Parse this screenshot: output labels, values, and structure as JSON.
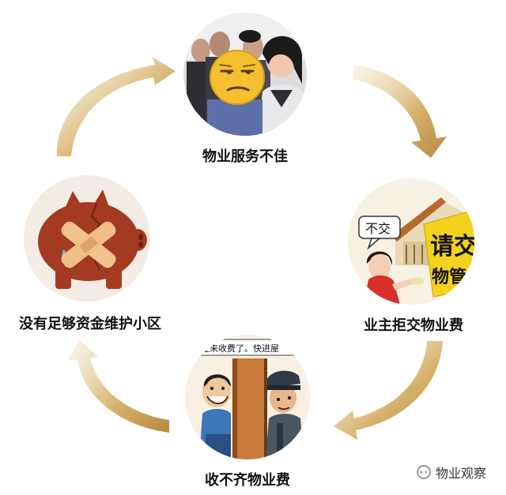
{
  "cycle": {
    "nodes": [
      {
        "label": "物业服务不佳",
        "icon": "crowd-with-unhappy-face-icon"
      },
      {
        "label": "业主拒交物业费",
        "icon": "owner-refusing-fee-icon"
      },
      {
        "label": "收不齐物业费",
        "icon": "door-collection-cartoon-icon"
      },
      {
        "label": "没有足够资金维护小区",
        "icon": "broken-piggy-bank-icon"
      }
    ],
    "arrow_color": "#c9a15a"
  },
  "illustrations": {
    "refuse_bubble": "不交",
    "sign_text": "请交",
    "sign_text_2": "物管",
    "door_bubble": "业来收费了。快进屋"
  },
  "watermark": {
    "text": "物业观察",
    "icon": "wechat-official-account-icon"
  }
}
